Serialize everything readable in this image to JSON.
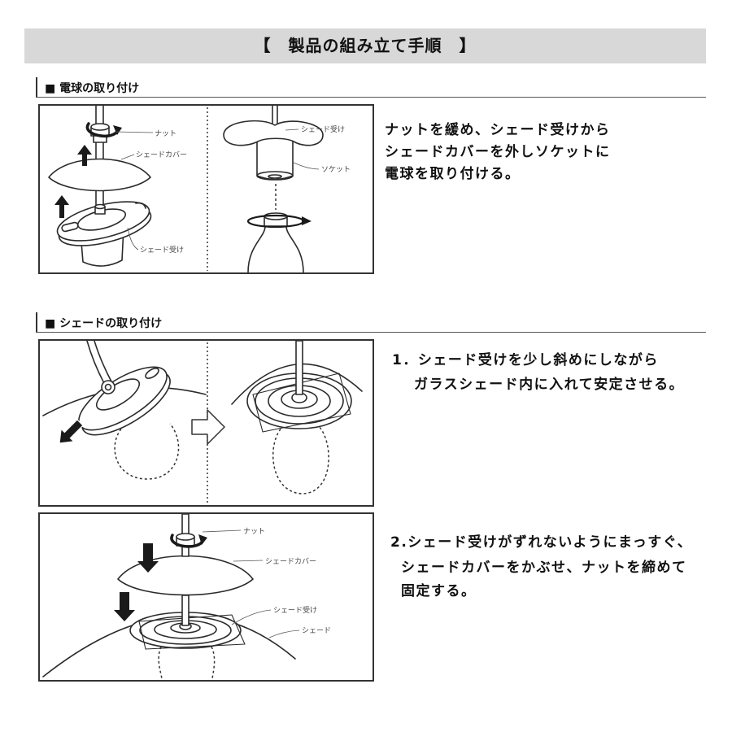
{
  "title": "【　製品の組み立て手順　】",
  "colors": {
    "title_bar_bg": "#d8d8d8",
    "ink": "#1a1a1a",
    "frame": "#333333"
  },
  "bulb_section": {
    "heading": "■ 電球の取り付け",
    "figure_labels": {
      "nut": "ナット",
      "shade_cover": "シェードカバー",
      "shade_holder_left": "シェード受け",
      "shade_holder_right": "シェード受け",
      "socket": "ソケット"
    },
    "instructions": [
      "ナットを緩め、シェード受けから",
      "シェードカバーを外しソケットに",
      "電球を取り付ける。"
    ]
  },
  "shade_section": {
    "heading": "■ シェードの取り付け",
    "step1": {
      "lines": [
        "1．シェード受けを少し斜めにしながら",
        "ガラスシェード内に入れて安定させる。"
      ]
    },
    "step2": {
      "figure_labels": {
        "nut": "ナット",
        "shade_cover": "シェードカバー",
        "shade_holder": "シェード受け",
        "shade": "シェード"
      },
      "lines": [
        "2.シェード受けがずれないようにまっすぐ、",
        "シェードカバーをかぶせ、ナットを締めて",
        "固定する。"
      ]
    }
  }
}
